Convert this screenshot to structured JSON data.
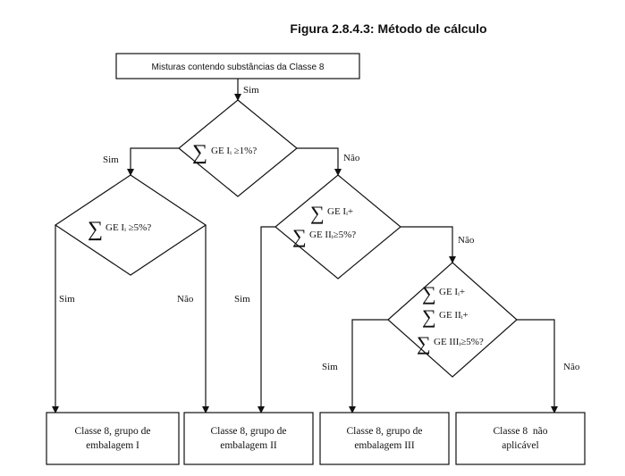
{
  "title": "Figura 2.8.4.3: Método de cálculo",
  "start_box": "Misturas contendo substâncias da Classe 8",
  "labels": {
    "sim": "Sim",
    "nao": "Não"
  },
  "decisions": {
    "d1": {
      "sum": "∑",
      "line1": "GE Iᵢ ≥1%?"
    },
    "d2": {
      "sum": "∑",
      "line1": "GE Iᵢ ≥5%?"
    },
    "d3": {
      "sum": "∑",
      "line1": "GE Iᵢ+",
      "line2": "GE IIᵢ≥5%?"
    },
    "d4": {
      "sum": "∑",
      "line1": "GE Iᵢ+",
      "line2": "GE IIᵢ+",
      "line3": "GE IIIᵢ≥5%?"
    }
  },
  "results": {
    "r1": {
      "line1": "Classe 8, grupo de",
      "line2": "embalagem I"
    },
    "r2": {
      "line1": "Classe 8, grupo de",
      "line2": "embalagem II"
    },
    "r3": {
      "line1": "Classe 8, grupo de",
      "line2": "embalagem III"
    },
    "r4": {
      "line1": "Classe 8  não",
      "line2": "aplicável"
    }
  }
}
